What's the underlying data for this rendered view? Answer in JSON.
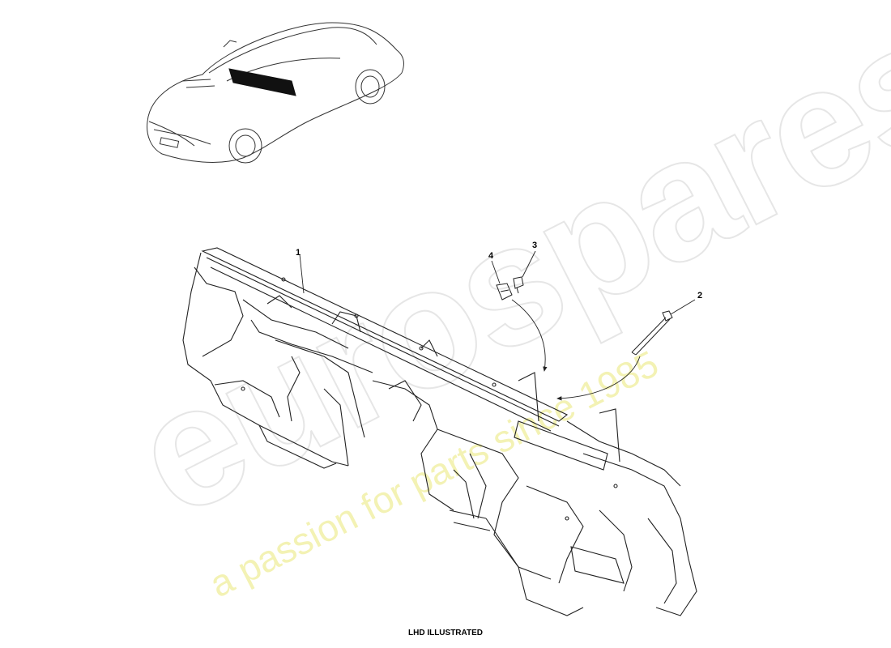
{
  "watermark": {
    "logo": "eurospares",
    "tagline": "a passion for parts since 1985"
  },
  "callouts": [
    "1",
    "2",
    "3",
    "4"
  ],
  "caption": "LHD ILLUSTRATED"
}
